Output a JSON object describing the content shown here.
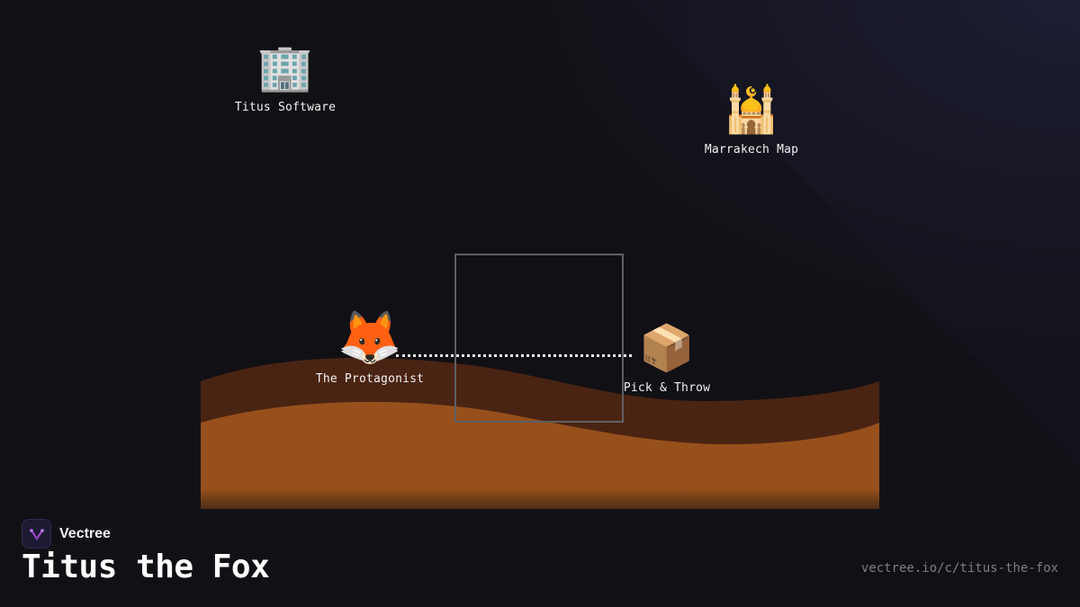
{
  "scene": {
    "nodes": [
      {
        "emoji": "🏢",
        "icon": "office-building-icon",
        "label": "Titus Software"
      },
      {
        "emoji": "🕌",
        "icon": "mosque-icon",
        "label": "Marrakech Map"
      },
      {
        "emoji": "🦊",
        "icon": "fox-icon",
        "label": "The Protagonist"
      },
      {
        "emoji": "📦",
        "icon": "package-box-icon",
        "label": "Pick & Throw"
      }
    ],
    "colors": {
      "background": "#111015",
      "dune_back": "#4a2413",
      "dune_front": "#97501b",
      "frame": "#5f5f63",
      "trail": "#e6e6e6"
    }
  },
  "footer": {
    "brand_name": "Vectree",
    "brand_icon": "vectree-logo-icon",
    "brand_accent": "#a64bd6",
    "title": "Titus the Fox",
    "url": "vectree.io/c/titus-the-fox"
  }
}
